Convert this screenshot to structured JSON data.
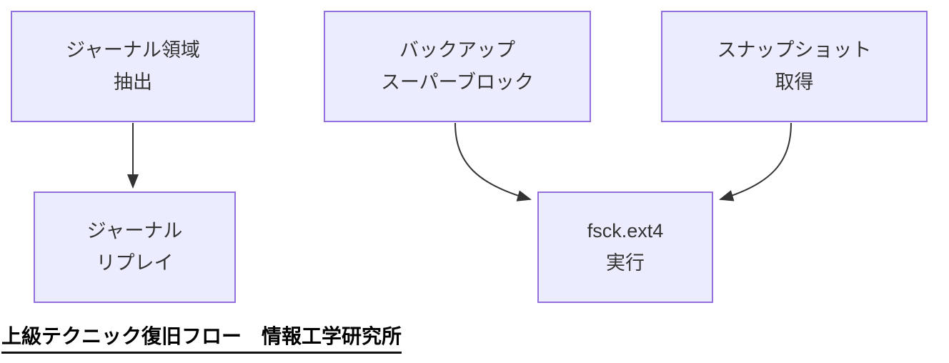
{
  "diagram": {
    "type": "flowchart",
    "colors": {
      "node_fill": "#ECECFF",
      "node_border": "#9370DB",
      "edge_color": "#333333",
      "node_text": "#333333",
      "caption_text": "#000000",
      "background": "#ffffff"
    },
    "nodes": [
      {
        "id": "journal-extract",
        "lines": [
          "ジャーナル領域",
          "抽出"
        ]
      },
      {
        "id": "backup-superblock",
        "lines": [
          "バックアップ",
          "スーパーブロック"
        ]
      },
      {
        "id": "snapshot-take",
        "lines": [
          "スナップショット",
          "取得"
        ]
      },
      {
        "id": "journal-replay",
        "lines": [
          "ジャーナル",
          "リプレイ"
        ]
      },
      {
        "id": "fsck-run",
        "lines": [
          "fsck.ext4",
          "実行"
        ]
      }
    ],
    "edges": [
      {
        "from": "journal-extract",
        "to": "journal-replay"
      },
      {
        "from": "backup-superblock",
        "to": "fsck-run"
      },
      {
        "from": "snapshot-take",
        "to": "fsck-run"
      }
    ],
    "caption": "上級テクニック復旧フロー　情報工学研究所"
  }
}
